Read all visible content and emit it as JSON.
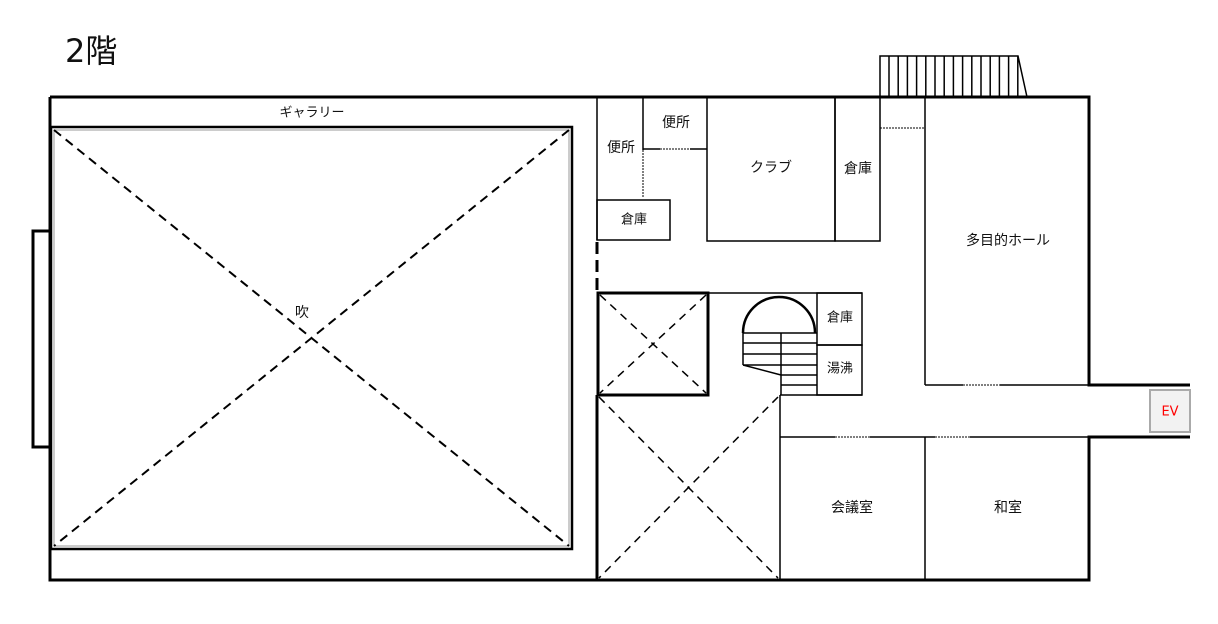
{
  "title": "2階",
  "rooms": {
    "gallery": "ギャラリー",
    "atrium": "吹",
    "toilet_1": "便所",
    "toilet_2": "便所",
    "storage_small": "倉庫",
    "club": "クラブ",
    "storage_club": "倉庫",
    "multipurpose_hall": "多目的ホール",
    "storage_stair": "倉庫",
    "kitchenette": "湯沸",
    "meeting_room": "会議室",
    "japanese_room": "和室"
  },
  "elevator": {
    "label": "EV",
    "color": "#ff0000"
  }
}
